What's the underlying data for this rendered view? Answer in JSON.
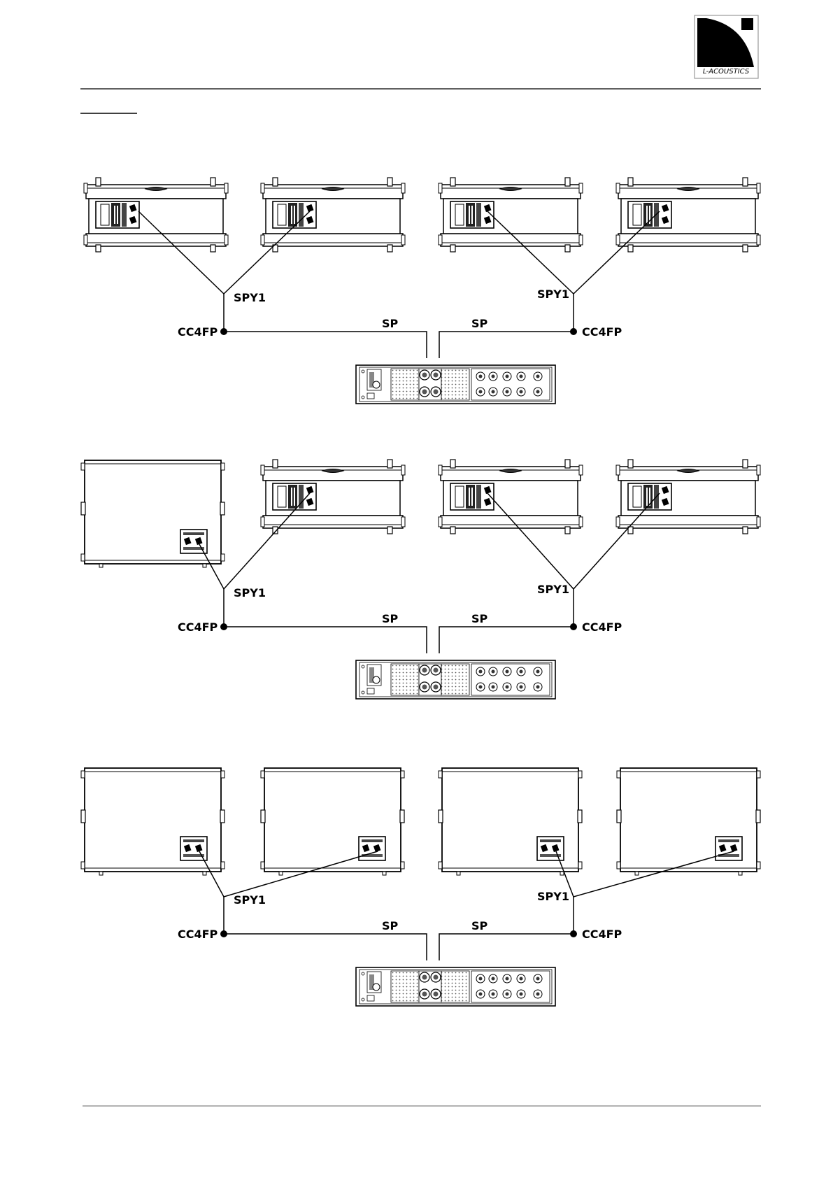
{
  "logo": {
    "text": "L-ACOUSTICS"
  },
  "labels": {
    "splitter": "SPY1",
    "cable": "SP",
    "connector": "CC4FP"
  },
  "diagrams": [
    {
      "row": 1,
      "left_pair": [
        "horizontal",
        "horizontal"
      ],
      "right_pair": [
        "horizontal",
        "horizontal"
      ]
    },
    {
      "row": 2,
      "left_pair": [
        "sub",
        "horizontal"
      ],
      "right_pair": [
        "horizontal",
        "horizontal"
      ]
    },
    {
      "row": 3,
      "left_pair": [
        "sub",
        "sub"
      ],
      "right_pair": [
        "sub",
        "sub"
      ]
    }
  ]
}
